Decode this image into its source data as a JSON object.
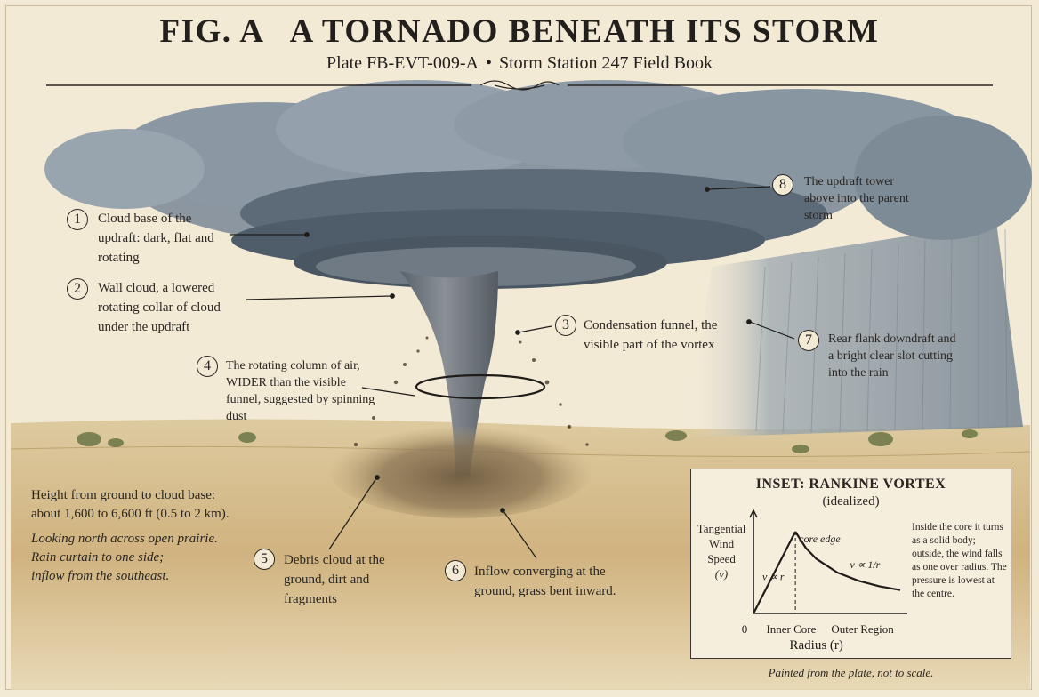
{
  "figure": {
    "title": "FIG. A   A TORNADO BENEATH ITS STORM",
    "subtitle_plate": "Plate FB-EVT-009-A",
    "subtitle_separator": "•",
    "subtitle_book": "Storm Station 247 Field Book"
  },
  "callouts": [
    {
      "number": "1",
      "text": "Cloud base of the updraft: dark, flat and rotating"
    },
    {
      "number": "2",
      "text": "Wall cloud, a lowered rotating collar of cloud under the updraft"
    },
    {
      "number": "3",
      "text": "Condensation funnel, the visible part of the vortex"
    },
    {
      "number": "4",
      "text": "The rotating column of air, WIDER than the visible funnel, suggested by spinning dust"
    },
    {
      "number": "5",
      "text": "Debris cloud at the ground, dirt and fragments"
    },
    {
      "number": "6",
      "text": "Inflow converging at the ground, grass bent inward."
    },
    {
      "number": "7",
      "text": "Rear flank downdraft and a bright clear slot cutting into the rain"
    },
    {
      "number": "8",
      "text": "The updraft tower above into the parent storm"
    }
  ],
  "notes": {
    "height_heading": "Height from ground to cloud base:",
    "height_value": "about 1,600 to 6,600 ft (0.5 to 2 km).",
    "view_1": "Looking north across open prairie.",
    "view_2": "Rain curtain to one side;",
    "view_3": "inflow from the southeast."
  },
  "inset": {
    "title": "INSET: RANKINE VORTEX",
    "subtitle": "(idealized)",
    "y_axis_label": [
      "Tangential",
      "Wind",
      "Speed",
      "(v)"
    ],
    "x_axis_label": "Radius (r)",
    "origin_label": "0",
    "core_edge_label": "core edge",
    "inner_label": "Inner Core",
    "outer_label": "Outer Region",
    "inner_law": "v ∝ r",
    "outer_law": "v ∝ 1/r",
    "description": "Inside the core it turns as a solid body; outside, the wind falls as one over radius. The pressure is lowest at the centre."
  },
  "chart_data": {
    "type": "line",
    "title": "INSET: RANKINE VORTEX",
    "subtitle": "(idealized)",
    "xlabel": "Radius (r)",
    "ylabel": "Tangential Wind Speed (v)",
    "x_tick_labels": [
      "0",
      "Inner Core",
      "Outer Region"
    ],
    "annotations": [
      "core edge",
      "v ∝ r",
      "v ∝ 1/r"
    ],
    "series": [
      {
        "x": [
          0,
          1
        ],
        "y": [
          0,
          1
        ]
      },
      {
        "x": [
          1,
          1.25,
          1.5,
          2,
          2.5,
          3,
          3.5
        ],
        "y": [
          1,
          0.8,
          0.667,
          0.5,
          0.4,
          0.333,
          0.286
        ]
      }
    ],
    "core_radius": 1,
    "grid": false
  },
  "footer": "Painted from the plate, not to scale.",
  "colors": {
    "paper": "#f3ead6",
    "ink": "#2a2622",
    "cloud_dark": "#4f5d6b",
    "cloud_light": "#8d9aa6",
    "prairie": "#c9b07a",
    "rain": "#8e9aa4"
  }
}
